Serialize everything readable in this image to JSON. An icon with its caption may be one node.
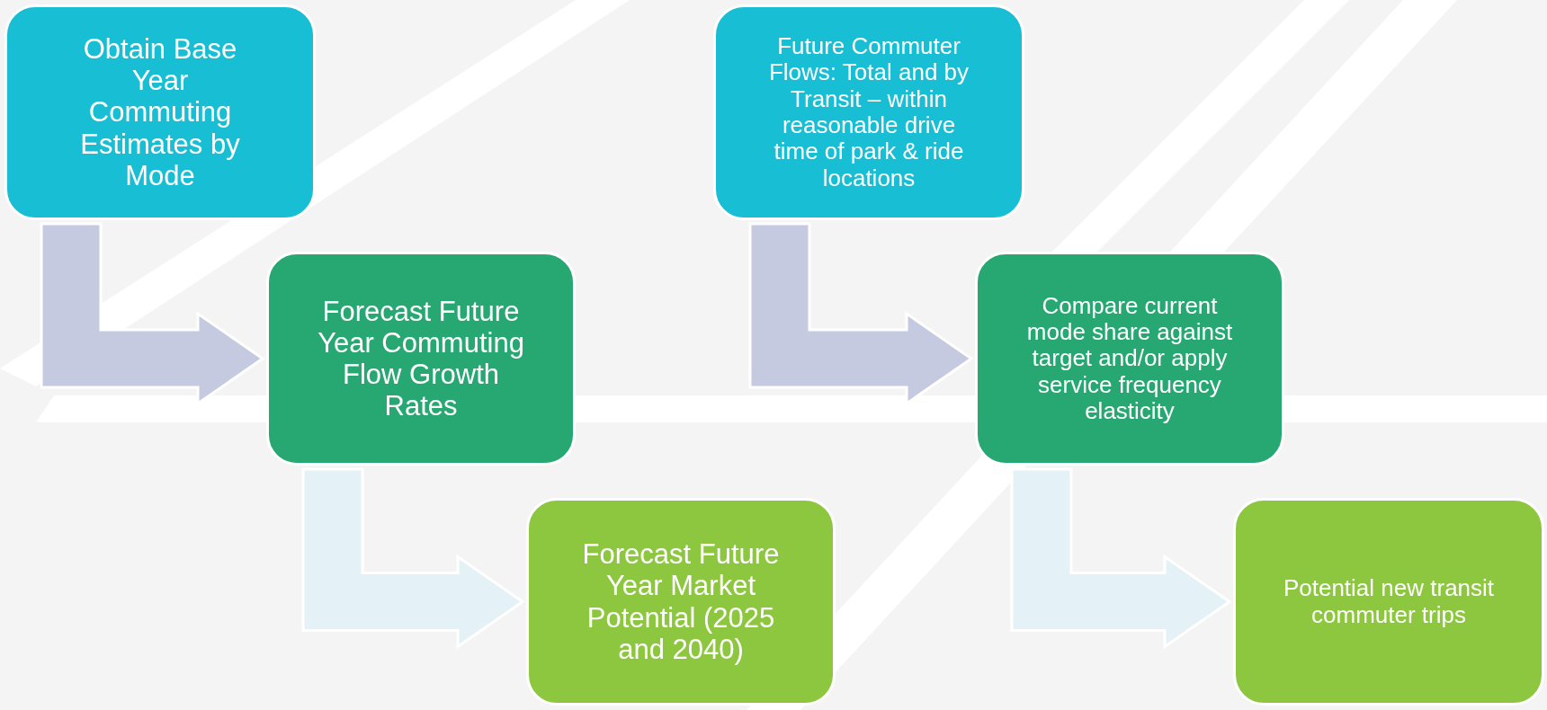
{
  "diagram": {
    "nodes": [
      {
        "text": [
          "Obtain Base Year Commuting Estimates by Mode"
        ]
      },
      {
        "text": [
          "Forecast Future Year Commuting Flow Growth Rates"
        ]
      },
      {
        "text": [
          "Forecast Future Year Market Potential (2025 and 2040)"
        ]
      },
      {
        "text": [
          "Future Commuter Flows: Total and by Transit – within reasonable drive time of park & ride locations"
        ]
      },
      {
        "text": [
          "Compare current mode share against target and/or apply service frequency elasticity"
        ]
      },
      {
        "text": [
          "Potential new transit commuter trips"
        ]
      }
    ],
    "edges": [
      {
        "from": 0,
        "to": 1,
        "arrow": "to",
        "color": "#c5cae0"
      },
      {
        "from": 1,
        "to": 2,
        "arrow": "to",
        "color": "#e4f2f7"
      },
      {
        "from": 3,
        "to": 4,
        "arrow": "to",
        "color": "#c5cae0"
      },
      {
        "from": 4,
        "to": 5,
        "arrow": "to",
        "color": "#e4f2f7"
      }
    ]
  }
}
